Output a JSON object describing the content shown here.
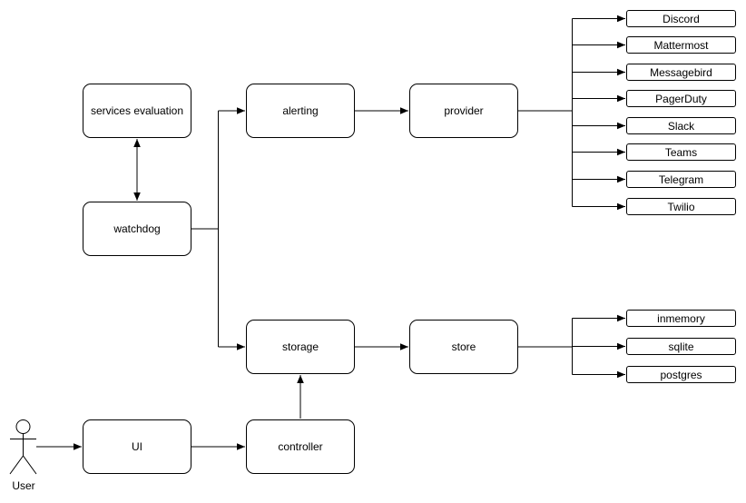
{
  "diagram": {
    "background": "#ffffff",
    "stroke_color": "#000000",
    "text_color": "#000000",
    "node_fill": "#ffffff",
    "nodes": {
      "services_evaluation": {
        "label": "services evaluation"
      },
      "watchdog": {
        "label": "watchdog"
      },
      "alerting": {
        "label": "alerting"
      },
      "provider": {
        "label": "provider"
      },
      "storage": {
        "label": "storage"
      },
      "store": {
        "label": "store"
      },
      "ui": {
        "label": "UI"
      },
      "controller": {
        "label": "controller"
      }
    },
    "providers": [
      "Discord",
      "Mattermost",
      "Messagebird",
      "PagerDuty",
      "Slack",
      "Teams",
      "Telegram",
      "Twilio"
    ],
    "stores": [
      "inmemory",
      "sqlite",
      "postgres"
    ],
    "actor": {
      "label": "User"
    },
    "edges": [
      {
        "from": "services evaluation",
        "to": "watchdog",
        "arrows": "both"
      },
      {
        "from": "watchdog",
        "to": "alerting",
        "arrows": "end"
      },
      {
        "from": "watchdog",
        "to": "storage",
        "arrows": "end"
      },
      {
        "from": "alerting",
        "to": "provider",
        "arrows": "end"
      },
      {
        "from": "provider",
        "to": "Discord",
        "arrows": "end"
      },
      {
        "from": "provider",
        "to": "Mattermost",
        "arrows": "end"
      },
      {
        "from": "provider",
        "to": "Messagebird",
        "arrows": "end"
      },
      {
        "from": "provider",
        "to": "PagerDuty",
        "arrows": "end"
      },
      {
        "from": "provider",
        "to": "Slack",
        "arrows": "end"
      },
      {
        "from": "provider",
        "to": "Teams",
        "arrows": "end"
      },
      {
        "from": "provider",
        "to": "Telegram",
        "arrows": "end"
      },
      {
        "from": "provider",
        "to": "Twilio",
        "arrows": "end"
      },
      {
        "from": "storage",
        "to": "store",
        "arrows": "end"
      },
      {
        "from": "store",
        "to": "inmemory",
        "arrows": "end"
      },
      {
        "from": "store",
        "to": "sqlite",
        "arrows": "end"
      },
      {
        "from": "store",
        "to": "postgres",
        "arrows": "end"
      },
      {
        "from": "User",
        "to": "UI",
        "arrows": "end"
      },
      {
        "from": "UI",
        "to": "controller",
        "arrows": "end"
      },
      {
        "from": "controller",
        "to": "storage",
        "arrows": "end"
      }
    ]
  }
}
